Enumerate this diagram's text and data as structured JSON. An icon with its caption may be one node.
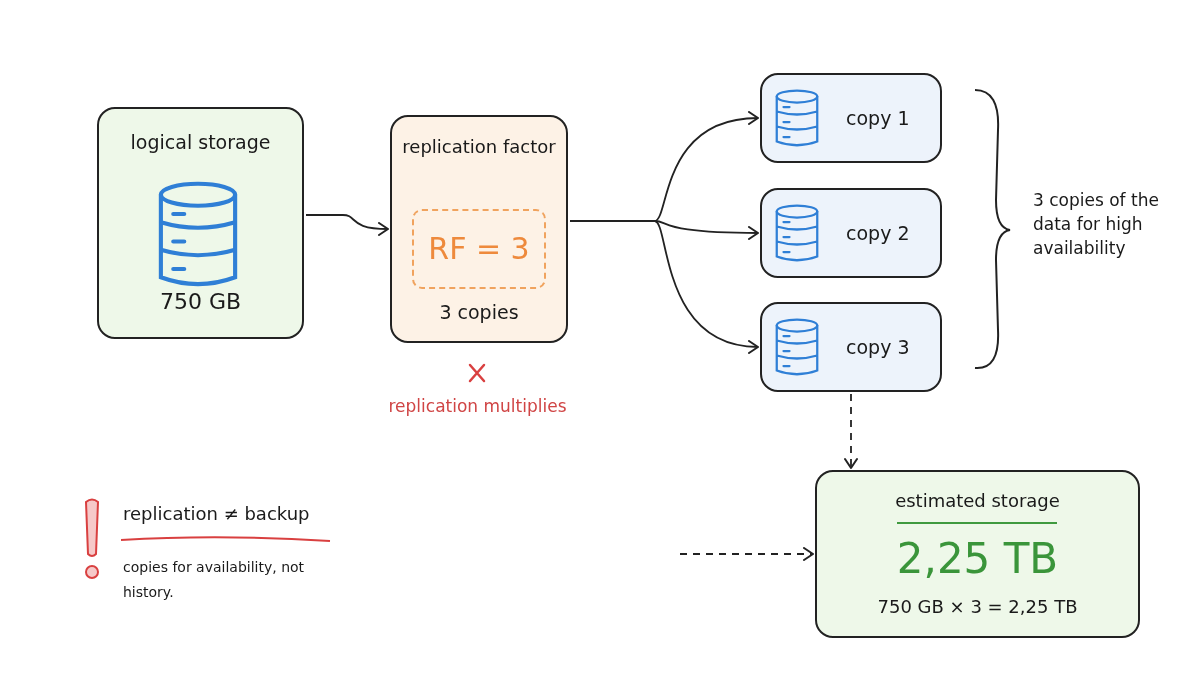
{
  "diagram": {
    "nodes": [
      {
        "text": [
          "logical storage",
          "750 GB"
        ]
      },
      {
        "text": [
          "replication factor",
          "3 copies"
        ]
      },
      {
        "text": [
          "RF = 3"
        ],
        "in": 1
      },
      {
        "text": [
          "copy 1"
        ]
      },
      {
        "text": [
          "copy 2"
        ]
      },
      {
        "text": [
          "copy 3"
        ]
      },
      {
        "text": [
          "estimated storage",
          "2,25 TB",
          "750 GB × 3 = 2,25 TB"
        ]
      }
    ],
    "edges": [
      {
        "from": 0,
        "to": 1,
        "arrow": "to"
      },
      {
        "from": 1,
        "to": 3,
        "arrow": "to"
      },
      {
        "from": 1,
        "to": 4,
        "arrow": "to"
      },
      {
        "from": 1,
        "to": 5,
        "arrow": "to"
      },
      {
        "from": 5,
        "to": 6,
        "arrow": "to",
        "style": "dashed"
      },
      {
        "from": null,
        "to": 6,
        "arrow": "to",
        "style": "dashed"
      }
    ],
    "labels": [
      "replication multiplies",
      "3 copies of the data for high availability",
      "replication ≠ backup",
      "copies for availability, not history."
    ]
  }
}
